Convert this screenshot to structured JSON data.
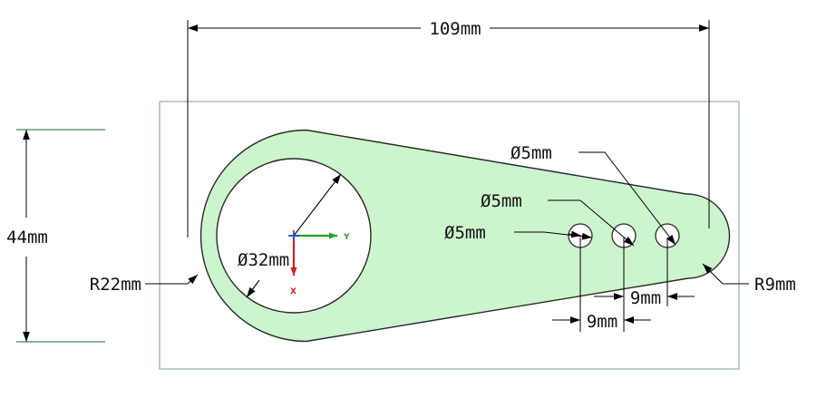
{
  "colors": {
    "part_fill": "#cdf5cd",
    "part_stroke": "#2a2a2a",
    "frame_stroke": "#9aa8b8",
    "dimension": "#000000",
    "extension_44": "#1d6b2b",
    "axis_x": "#d62020",
    "axis_y": "#2aa02a",
    "origin": "#2b4fd1"
  },
  "dimensions": {
    "overall_length": "109mm",
    "overall_height": "44mm",
    "large_radius": "R22mm",
    "small_radius": "R9mm",
    "bore_diameter": "Ø32mm",
    "hole_1_diameter": "Ø5mm",
    "hole_2_diameter": "Ø5mm",
    "hole_3_diameter": "Ø5mm",
    "hole_pitch_a": "9mm",
    "hole_pitch_b": "9mm"
  },
  "axes": {
    "x_label": "X",
    "y_label": "Y"
  }
}
